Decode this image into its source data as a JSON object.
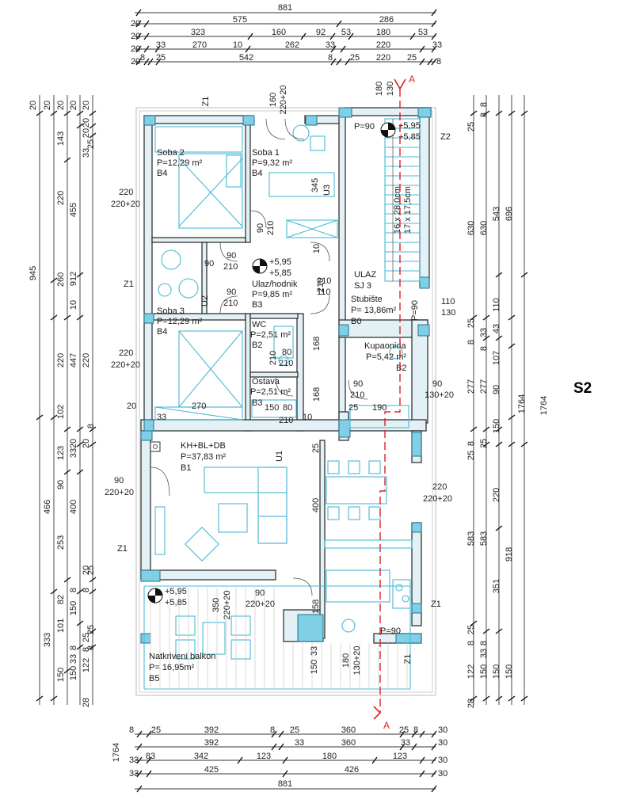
{
  "sheet_label": "S2",
  "dims_top": [
    [
      "881"
    ],
    [
      "20",
      "575",
      "286"
    ],
    [
      "20",
      "323",
      "160",
      "92",
      "53",
      "180",
      "53"
    ],
    [
      "20",
      "33",
      "270",
      "10",
      "262",
      "33",
      "220",
      "33"
    ],
    [
      "20",
      "8",
      "25",
      "542",
      "8",
      "25",
      "220",
      "25",
      "8"
    ]
  ],
  "dims_bottom": [
    [
      "8",
      "25",
      "392",
      "8",
      "25",
      "360",
      "25",
      "8",
      "30"
    ],
    [
      "392",
      "33",
      "360",
      "33",
      "30"
    ],
    [
      "33",
      "83",
      "342",
      "123",
      "180",
      "123",
      "30"
    ],
    [
      "33",
      "425",
      "426",
      "30"
    ],
    [
      "881"
    ]
  ],
  "dims_left": [
    [
      "20",
      "20",
      "20",
      "945",
      "20",
      "260",
      "20",
      "220",
      "20",
      "102",
      "20",
      "466",
      "20",
      "20",
      "333",
      "20",
      "28"
    ],
    [
      "143",
      "455",
      "912",
      "447",
      "123",
      "400",
      "253",
      "101",
      "122"
    ],
    [
      "33",
      "220",
      "10",
      "220",
      "33",
      "90",
      "82",
      "150",
      "150",
      "33",
      "25",
      "150",
      "8"
    ],
    [
      "25",
      "8",
      "8",
      "25",
      "8",
      "25",
      "8",
      "8"
    ]
  ],
  "dims_right": [
    [
      "543",
      "696",
      "1764",
      "918",
      "150",
      "28"
    ],
    [
      "630",
      "630",
      "110",
      "107",
      "277",
      "277",
      "150",
      "583",
      "583",
      "351",
      "122",
      "150"
    ],
    [
      "25",
      "8",
      "33",
      "43",
      "25",
      "90",
      "25",
      "220",
      "25",
      "8",
      "33",
      "150"
    ],
    [
      "8",
      "8",
      "8",
      "8",
      "8",
      "25"
    ]
  ],
  "plan_dims": {
    "d1764_left": "1764",
    "d1764_right": "1764",
    "d160": "160",
    "d220_20_top": "220+20",
    "d180": "180",
    "d130": "130",
    "d220_a": "220",
    "d220_20_a": "220+20",
    "d220_b": "220",
    "d220_20_b": "220+20",
    "d90_l": "90",
    "d220_20_l": "220+20",
    "d345": "345",
    "d90_210_a": [
      "90",
      "210"
    ],
    "d90_210_b": [
      "90",
      "210"
    ],
    "d90_210_c": [
      "90",
      "210"
    ],
    "d10_a": "10",
    "d210_110": [
      "210",
      "110"
    ],
    "d210_b": "210",
    "d110_130": [
      "110",
      "130"
    ],
    "d168_a": "168",
    "d80_210": [
      "80",
      "210"
    ],
    "d168_b": "168",
    "d90_210_d": [
      "90",
      "210"
    ],
    "d90_130": [
      "90",
      "130+20"
    ],
    "d150_80": [
      "150",
      "80"
    ],
    "d210_c": "210",
    "d10_b": "10",
    "d25": "25",
    "d190": "190",
    "d270": "270",
    "d20": "20",
    "d33": "33",
    "d400": "400",
    "d25_b": "25",
    "d220_c": "220",
    "d220_20_c": "220+20",
    "d350": [
      "350",
      "220+20"
    ],
    "d90_220": [
      "90",
      "220+20"
    ],
    "d158": "158",
    "d150_33": [
      "150",
      "33"
    ],
    "d180_130": [
      "180",
      "130+20"
    ],
    "d90_e": "90",
    "d210_e": "210"
  },
  "rooms": [
    {
      "name": "Soba 2",
      "area": "P=12,29 m²",
      "code": "B4"
    },
    {
      "name": "Soba 1",
      "area": "P=9,32 m²",
      "code": "B4"
    },
    {
      "name": "Ulaz/hodnik",
      "area": "P=9,85 m²",
      "code": "B3"
    },
    {
      "name": "Soba 3",
      "area": "P=12,29 m²",
      "code": "B4"
    },
    {
      "name": "WC",
      "area": "P=2,51 m²",
      "code": "B2"
    },
    {
      "name": "Ostava",
      "area": "P=2,51 m²",
      "code": "B3"
    },
    {
      "name": "Stubište",
      "area": "P= 13,86m²",
      "code": "B0"
    },
    {
      "name": "Kupaonida",
      "area": "P=5,42 m²",
      "code": "B2"
    },
    {
      "name": "KH+BL+DB",
      "area": "P=37,83 m²",
      "code": "B1"
    },
    {
      "name": "Natkriveni balkon",
      "area": "P= 16,95m²",
      "code": "B5"
    }
  ],
  "stair": {
    "entry": "ULAZ",
    "unit": "SJ 3",
    "steps_a": "16 x 28,0cm",
    "steps_b": "17 x 17,5cm"
  },
  "levels": [
    {
      "a": "+5,95",
      "b": "+5,85"
    },
    {
      "a": "+5,95",
      "b": "+5,85"
    },
    {
      "a": "+5,95",
      "b": "+5,85"
    }
  ],
  "parapets": [
    "P=90",
    "P=90",
    "P=90"
  ],
  "wall_tags": [
    "Z1",
    "Z1",
    "Z1",
    "Z1",
    "Z1",
    "Z2",
    "U1",
    "U2",
    "U3"
  ],
  "section_mark": "A"
}
